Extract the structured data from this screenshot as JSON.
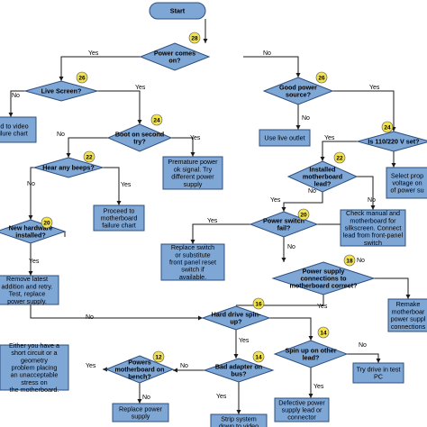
{
  "nodes": {
    "start": {
      "text": [
        "Start"
      ]
    },
    "power_comes_on": {
      "text": [
        "Power comes",
        "on?"
      ],
      "badge": "28"
    },
    "live_screen": {
      "text": [
        "Live Screen?"
      ],
      "badge": "26"
    },
    "good_power": {
      "text": [
        "Good power",
        "source?"
      ],
      "badge": "26"
    },
    "video_chart": {
      "text": [
        "eed to video",
        "failure chart"
      ]
    },
    "boot_second": {
      "text": [
        "Boot on second",
        "try?"
      ],
      "badge": "24"
    },
    "use_live_outlet": {
      "text": [
        "Use live outlet"
      ]
    },
    "is_110": {
      "text": [
        "Is 110/220 V set?"
      ],
      "badge": "24"
    },
    "hear_beeps": {
      "text": [
        "Hear any beeps?"
      ],
      "badge": "22"
    },
    "premature": {
      "text": [
        "Premature power",
        "ok signal. Try",
        "different power",
        "supply"
      ]
    },
    "installed_mb": {
      "text": [
        "Installed",
        "motherboard",
        "lead?"
      ],
      "badge": "22"
    },
    "select_voltage": {
      "text": [
        "Select prop",
        "voltage on",
        "of power su"
      ]
    },
    "mb_failure": {
      "text": [
        "Proceed to",
        "motherboard",
        "failure chart"
      ]
    },
    "new_hw": {
      "text": [
        "New hardware",
        "installed?"
      ],
      "badge": "20"
    },
    "power_switch": {
      "text": [
        "Power switch",
        "fail?"
      ],
      "badge": "20"
    },
    "check_manual": {
      "text": [
        "Check manual and",
        "motherboard for",
        "silkscreen. Connect",
        "lead from front-panel",
        "switch"
      ]
    },
    "replace_switch": {
      "text": [
        "Replace switch",
        "or substitute",
        "front panel reset",
        "switch if",
        "available."
      ]
    },
    "remove_latest": {
      "text": [
        "Remove latest",
        "addition and retry.",
        "Test, replace",
        "power supply."
      ]
    },
    "ps_connections": {
      "text": [
        "Power supply",
        "connections to",
        "motherboard correct?"
      ],
      "badge": "18"
    },
    "remake": {
      "text": [
        "Remake",
        "motherboar",
        "power suppl",
        "connections"
      ]
    },
    "hd_spin": {
      "text": [
        "Hard drive spin-",
        "up?"
      ],
      "badge": "16"
    },
    "spin_other": {
      "text": [
        "Spin up on other",
        "lead?"
      ],
      "badge": "14"
    },
    "short_circuit": {
      "text": [
        "Either you have a",
        "short circuit or a",
        "geometry",
        "problem placing",
        "an unacceptable",
        "stress on",
        "the motherboard."
      ]
    },
    "powers_mb": {
      "text": [
        "Powers",
        "motherboard on",
        "bench?"
      ],
      "badge": "12"
    },
    "bad_adapter": {
      "text": [
        "Bad adapter on",
        "bus?"
      ],
      "badge": "14"
    },
    "try_drive": {
      "text": [
        "Try drive in test",
        "PC"
      ]
    },
    "replace_ps": {
      "text": [
        "Replace power",
        "supply"
      ]
    },
    "strip_system": {
      "text": [
        "Strip system",
        "down to video"
      ]
    },
    "defective_ps": {
      "text": [
        "Defective power",
        "supply lead or",
        "connector"
      ]
    }
  },
  "edges": {
    "yes": "Yes",
    "no": "No"
  },
  "colors": {
    "fill": "#7fa7d6",
    "stroke": "#2d4f80",
    "badge": "#f2e24d",
    "line": "#1a1a1a"
  }
}
